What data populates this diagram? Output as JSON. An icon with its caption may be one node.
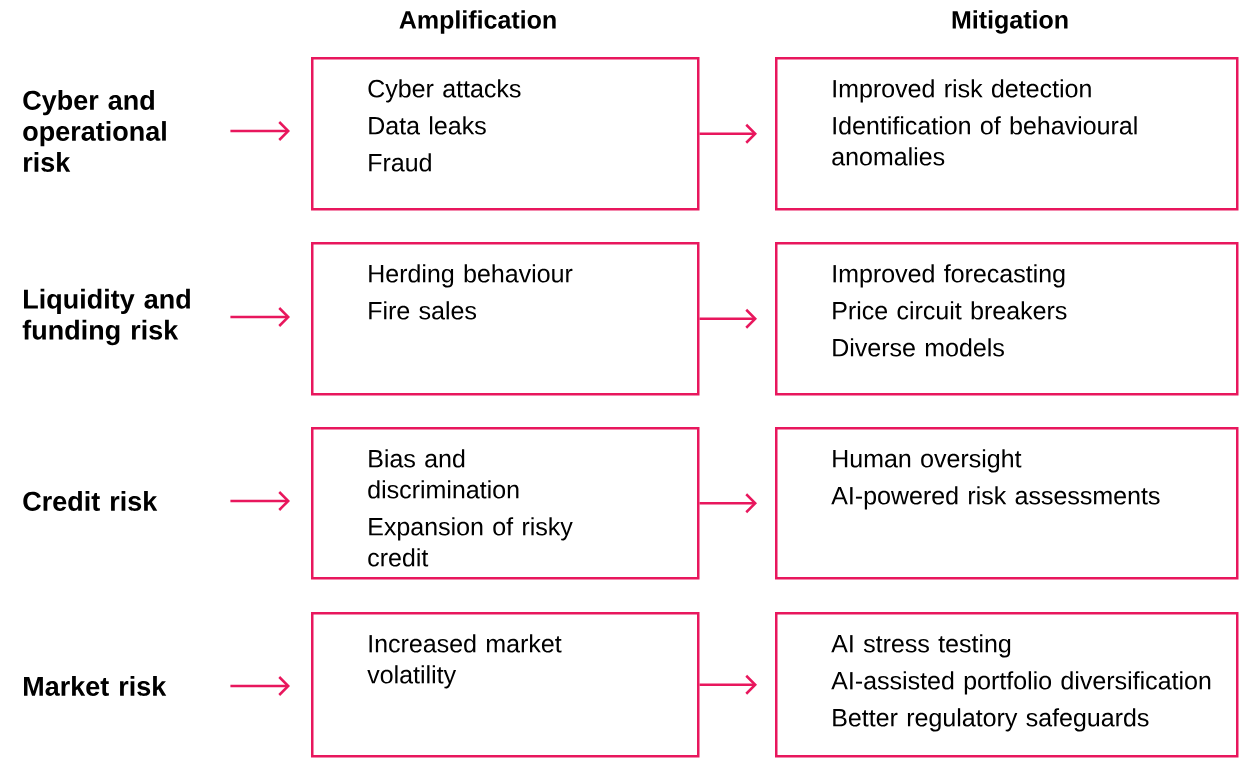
{
  "diagram": {
    "nodes": [
      {
        "text": [
          "Cyber and operational risk"
        ]
      },
      {
        "text": [
          "Liquidity and funding risk"
        ]
      },
      {
        "text": [
          "Credit risk"
        ]
      },
      {
        "text": [
          "Market risk"
        ]
      },
      {
        "text": [
          "Cyber attacks",
          "Data leaks",
          "Fraud"
        ]
      },
      {
        "text": [
          "Herding behaviour",
          "Fire sales"
        ]
      },
      {
        "text": [
          "Bias and discrimination",
          "Expansion of risky credit"
        ]
      },
      {
        "text": [
          "Increased market volatility"
        ]
      },
      {
        "text": [
          "Improved risk detection",
          "Identification of behavioural anomalies"
        ]
      },
      {
        "text": [
          "Improved forecasting",
          "Price circuit breakers",
          "Diverse models"
        ]
      },
      {
        "text": [
          "Human oversight",
          "AI-powered risk assessments"
        ]
      },
      {
        "text": [
          "AI stress testing",
          "AI-assisted portfolio diversification",
          "Better regulatory safeguards"
        ]
      }
    ],
    "edges": [
      {
        "from": 0,
        "to": 4,
        "arrow": "to"
      },
      {
        "from": 4,
        "to": 8,
        "arrow": "to"
      },
      {
        "from": 1,
        "to": 5,
        "arrow": "to"
      },
      {
        "from": 5,
        "to": 9,
        "arrow": "to"
      },
      {
        "from": 2,
        "to": 6,
        "arrow": "to"
      },
      {
        "from": 6,
        "to": 10,
        "arrow": "to"
      },
      {
        "from": 3,
        "to": 7,
        "arrow": "to"
      },
      {
        "from": 7,
        "to": 11,
        "arrow": "to"
      }
    ],
    "labels": [
      "Amplification",
      "Mitigation"
    ]
  }
}
